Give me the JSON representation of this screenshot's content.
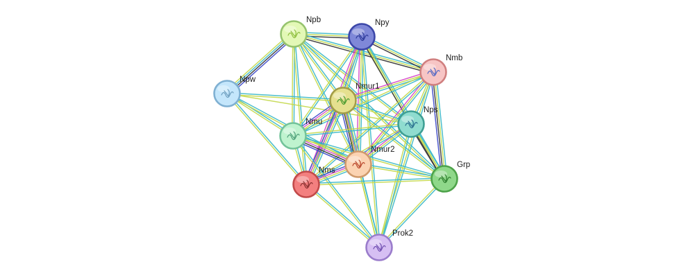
{
  "network": {
    "nodes": [
      {
        "id": "Npb",
        "label": "Npb",
        "fill": "#e3f8b6",
        "stroke": "#96c36e",
        "icon": "protein-structure-icon",
        "glyph": "#8fbf3f"
      },
      {
        "id": "Npy",
        "label": "Npy",
        "fill": "#7f88d8",
        "stroke": "#3c47a8",
        "icon": "protein-structure-icon",
        "glyph": "#2d3a9a"
      },
      {
        "id": "Nmb",
        "label": "Nmb",
        "fill": "#f7c5c5",
        "stroke": "#d07f7f",
        "icon": "protein-structure-icon",
        "glyph": "#5569c4"
      },
      {
        "id": "Npw",
        "label": "Npw",
        "fill": "#c4e6fb",
        "stroke": "#7fb0d2",
        "icon": "protein-structure-icon",
        "glyph": "#6f9fbf"
      },
      {
        "id": "Nmur1",
        "label": "Nmur1",
        "fill": "#e5e08f",
        "stroke": "#a29c48",
        "icon": "protein-structure-icon",
        "glyph": "#4a9a2f"
      },
      {
        "id": "Nps",
        "label": "Nps",
        "fill": "#8fdccf",
        "stroke": "#3f9f94",
        "icon": "protein-structure-icon",
        "glyph": "#2a6f8f"
      },
      {
        "id": "Nmu",
        "label": "Nmu",
        "fill": "#bff3cf",
        "stroke": "#73c39a",
        "icon": "protein-structure-icon",
        "glyph": "#4f9f7a"
      },
      {
        "id": "Nmur2",
        "label": "Nmur2",
        "fill": "#fbd3b2",
        "stroke": "#d09a6c",
        "icon": "protein-structure-icon",
        "glyph": "#b8452a"
      },
      {
        "id": "Nms",
        "label": "Nms",
        "fill": "#f37f7f",
        "stroke": "#c24a4a",
        "icon": "protein-structure-icon",
        "glyph": "#8a2f2f"
      },
      {
        "id": "Grp",
        "label": "Grp",
        "fill": "#8fd88a",
        "stroke": "#4ea34a",
        "icon": "protein-structure-icon",
        "glyph": "#2f7f2f"
      },
      {
        "id": "Prok2",
        "label": "Prok2",
        "fill": "#d6bff3",
        "stroke": "#9a7ccb",
        "icon": "protein-structure-icon",
        "glyph": "#6f4fb0"
      }
    ],
    "edge_colors": {
      "database": "#38b7c6",
      "textmining": "#c3d84a",
      "experiments": "#d546c8",
      "coexpression": "#333333",
      "curated": "#3a46c8"
    },
    "edges": [
      [
        "Npb",
        "Npy",
        [
          "database",
          "textmining",
          "coexpression"
        ]
      ],
      [
        "Npb",
        "Nmb",
        [
          "database",
          "textmining",
          "coexpression"
        ]
      ],
      [
        "Npb",
        "Npw",
        [
          "curated",
          "coexpression",
          "database",
          "textmining"
        ]
      ],
      [
        "Npb",
        "Nmur1",
        [
          "database",
          "textmining"
        ]
      ],
      [
        "Npb",
        "Nps",
        [
          "database",
          "textmining"
        ]
      ],
      [
        "Npb",
        "Nmu",
        [
          "database",
          "textmining"
        ]
      ],
      [
        "Npb",
        "Nmur2",
        [
          "database",
          "textmining"
        ]
      ],
      [
        "Npb",
        "Nms",
        [
          "database",
          "textmining"
        ]
      ],
      [
        "Npb",
        "Grp",
        [
          "database",
          "textmining"
        ]
      ],
      [
        "Npy",
        "Nmb",
        [
          "database",
          "textmining",
          "coexpression"
        ]
      ],
      [
        "Npy",
        "Nmur1",
        [
          "database",
          "textmining",
          "experiments"
        ]
      ],
      [
        "Npy",
        "Nps",
        [
          "database",
          "textmining"
        ]
      ],
      [
        "Npy",
        "Nmu",
        [
          "database",
          "textmining"
        ]
      ],
      [
        "Npy",
        "Nmur2",
        [
          "database",
          "textmining",
          "experiments"
        ]
      ],
      [
        "Npy",
        "Nms",
        [
          "database",
          "textmining",
          "experiments"
        ]
      ],
      [
        "Npy",
        "Grp",
        [
          "database",
          "textmining",
          "coexpression"
        ]
      ],
      [
        "Npy",
        "Prok2",
        [
          "database",
          "textmining"
        ]
      ],
      [
        "Nmb",
        "Nmur1",
        [
          "database",
          "textmining",
          "experiments"
        ]
      ],
      [
        "Nmb",
        "Nps",
        [
          "database",
          "textmining"
        ]
      ],
      [
        "Nmb",
        "Nmu",
        [
          "database",
          "textmining"
        ]
      ],
      [
        "Nmb",
        "Nmur2",
        [
          "database",
          "textmining",
          "experiments"
        ]
      ],
      [
        "Nmb",
        "Nms",
        [
          "database",
          "textmining"
        ]
      ],
      [
        "Nmb",
        "Grp",
        [
          "database",
          "textmining",
          "coexpression",
          "curated"
        ]
      ],
      [
        "Nmb",
        "Prok2",
        [
          "database",
          "textmining"
        ]
      ],
      [
        "Npw",
        "Nmur1",
        [
          "database",
          "textmining"
        ]
      ],
      [
        "Npw",
        "Nps",
        [
          "textmining"
        ]
      ],
      [
        "Npw",
        "Nmu",
        [
          "database",
          "textmining"
        ]
      ],
      [
        "Npw",
        "Nmur2",
        [
          "database",
          "textmining"
        ]
      ],
      [
        "Npw",
        "Nms",
        [
          "database",
          "textmining"
        ]
      ],
      [
        "Nmur1",
        "Nps",
        [
          "database",
          "textmining"
        ]
      ],
      [
        "Nmur1",
        "Nmu",
        [
          "database",
          "textmining",
          "experiments",
          "curated"
        ]
      ],
      [
        "Nmur1",
        "Nmur2",
        [
          "database",
          "textmining",
          "experiments",
          "coexpression",
          "curated"
        ]
      ],
      [
        "Nmur1",
        "Nms",
        [
          "database",
          "textmining",
          "experiments",
          "curated"
        ]
      ],
      [
        "Nmur1",
        "Grp",
        [
          "database",
          "textmining"
        ]
      ],
      [
        "Nmur1",
        "Prok2",
        [
          "database",
          "textmining"
        ]
      ],
      [
        "Nps",
        "Nmu",
        [
          "database",
          "textmining"
        ]
      ],
      [
        "Nps",
        "Nmur2",
        [
          "database",
          "textmining",
          "experiments"
        ]
      ],
      [
        "Nps",
        "Nms",
        [
          "database",
          "textmining"
        ]
      ],
      [
        "Nps",
        "Grp",
        [
          "database",
          "textmining",
          "coexpression"
        ]
      ],
      [
        "Nps",
        "Prok2",
        [
          "database",
          "textmining"
        ]
      ],
      [
        "Nmu",
        "Nmur2",
        [
          "database",
          "textmining",
          "experiments",
          "coexpression",
          "curated"
        ]
      ],
      [
        "Nmu",
        "Nms",
        [
          "database",
          "textmining"
        ]
      ],
      [
        "Nmu",
        "Grp",
        [
          "database",
          "textmining"
        ]
      ],
      [
        "Nmu",
        "Prok2",
        [
          "database",
          "textmining"
        ]
      ],
      [
        "Nmur2",
        "Nms",
        [
          "database",
          "textmining",
          "experiments",
          "curated"
        ]
      ],
      [
        "Nmur2",
        "Grp",
        [
          "database",
          "textmining"
        ]
      ],
      [
        "Nmur2",
        "Prok2",
        [
          "database",
          "textmining"
        ]
      ],
      [
        "Nms",
        "Grp",
        [
          "database",
          "textmining"
        ]
      ],
      [
        "Nms",
        "Prok2",
        [
          "database",
          "textmining"
        ]
      ],
      [
        "Grp",
        "Prok2",
        [
          "database",
          "textmining"
        ]
      ]
    ]
  }
}
